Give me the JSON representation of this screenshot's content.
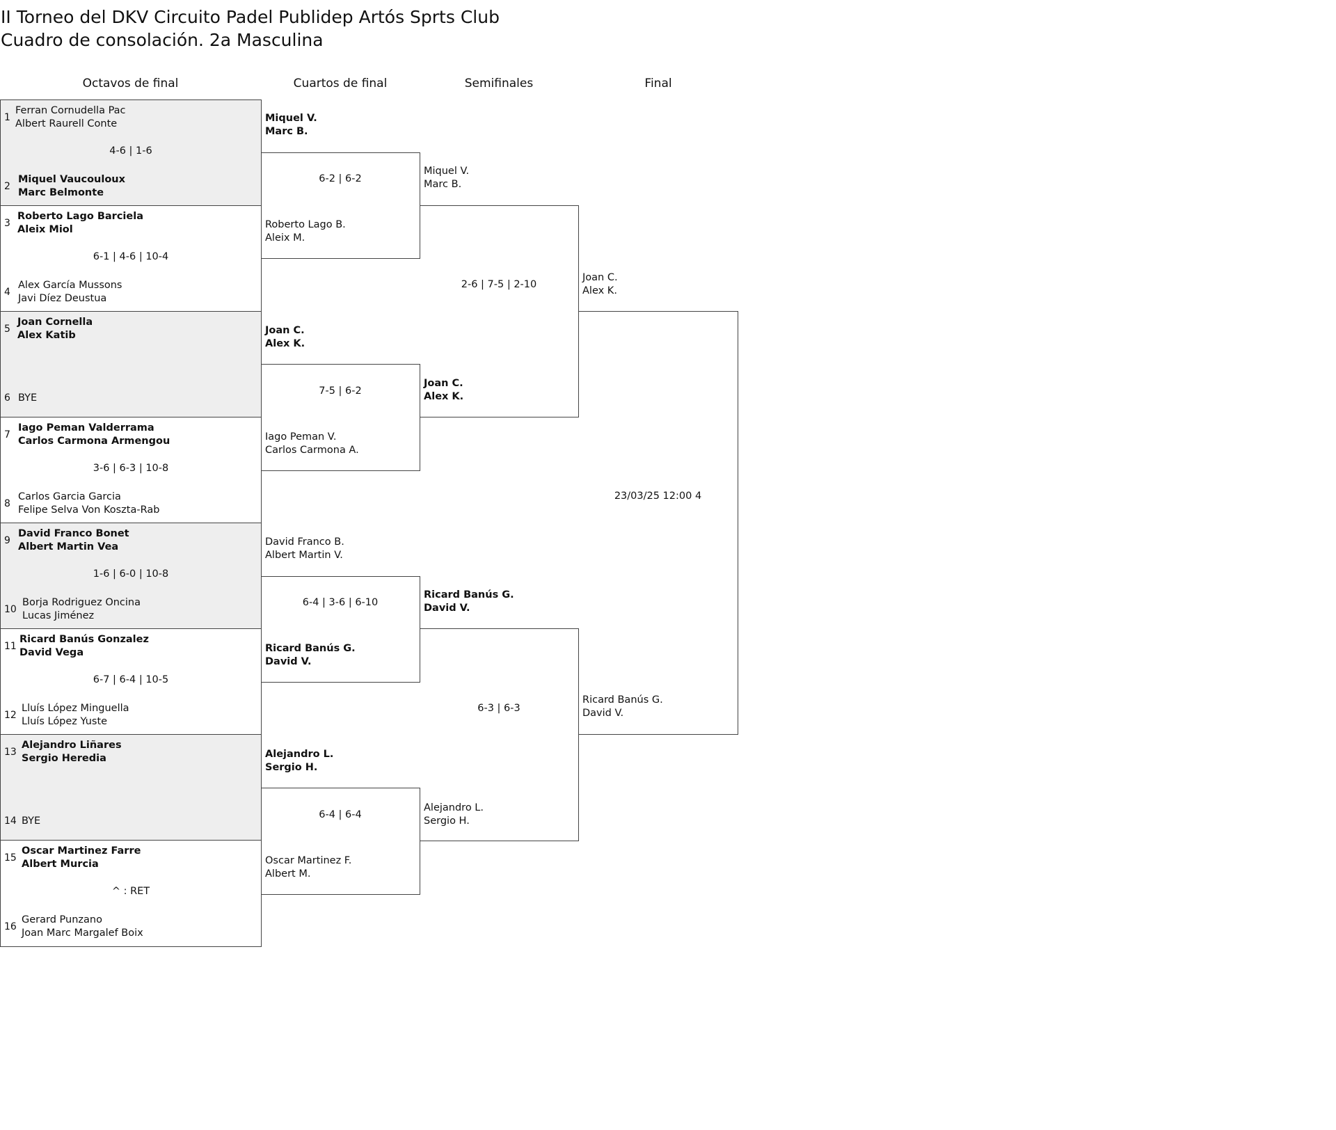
{
  "header": {
    "title": "II Torneo del DKV Circuito Padel Publidep Artós Sprts Club",
    "subtitle": "Cuadro de consolación. 2a Masculina"
  },
  "rounds": [
    "Octavos de final",
    "Cuartos de final",
    "Semifinales",
    "Final"
  ],
  "r16": [
    {
      "seedA": "1",
      "a1": "Ferran Cornudella Pac",
      "a2": "Albert Raurell Conte",
      "seedB": "2",
      "b1": "Miquel Vaucouloux",
      "b2": "Marc Belmonte",
      "score": "4-6 | 1-6"
    },
    {
      "seedA": "3",
      "a1": "Roberto Lago Barciela",
      "a2": "Aleix Miol",
      "seedB": "4",
      "b1": "Alex García Mussons",
      "b2": "Javi Díez Deustua",
      "score": "6-1 | 4-6 | 10-4"
    },
    {
      "seedA": "5",
      "a1": "Joan Cornella",
      "a2": "Alex Katib",
      "seedB": "6",
      "b1": "BYE",
      "b2": "",
      "score": ""
    },
    {
      "seedA": "7",
      "a1": "Iago Peman Valderrama",
      "a2": "Carlos Carmona Armengou",
      "seedB": "8",
      "b1": "Carlos Garcia Garcia",
      "b2": "Felipe Selva Von Koszta-Rab",
      "score": "3-6 | 6-3 | 10-8"
    },
    {
      "seedA": "9",
      "a1": "David Franco Bonet",
      "a2": "Albert Martin Vea",
      "seedB": "10",
      "b1": "Borja Rodriguez Oncina",
      "b2": "Lucas Jiménez",
      "score": "1-6 | 6-0 | 10-8"
    },
    {
      "seedA": "11",
      "a1": "Ricard Banús Gonzalez",
      "a2": "David Vega",
      "seedB": "12",
      "b1": "Lluís López Minguella",
      "b2": "Lluís López Yuste",
      "score": "6-7 | 6-4 | 10-5"
    },
    {
      "seedA": "13",
      "a1": "Alejandro Liñares",
      "a2": "Sergio Heredia",
      "seedB": "14",
      "b1": "BYE",
      "b2": "",
      "score": ""
    },
    {
      "seedA": "15",
      "a1": "Oscar Martinez Farre",
      "a2": "Albert Murcia",
      "seedB": "16",
      "b1": "Gerard Punzano",
      "b2": "Joan Marc Margalef Boix",
      "score": "^ : RET"
    }
  ],
  "qf": [
    {
      "a1": "Miquel V.",
      "a2": "Marc B.",
      "b1": "Roberto Lago B.",
      "b2": "Aleix M.",
      "score": "6-2 | 6-2"
    },
    {
      "a1": "Joan C.",
      "a2": "Alex K.",
      "b1": "Iago Peman V.",
      "b2": "Carlos Carmona A.",
      "score": "7-5 | 6-2"
    },
    {
      "a1": "David Franco B.",
      "a2": "Albert Martin V.",
      "b1": "Ricard Banús G.",
      "b2": "David V.",
      "score": "6-4 | 3-6 | 6-10"
    },
    {
      "a1": "Alejandro L.",
      "a2": "Sergio H.",
      "b1": "Oscar Martinez F.",
      "b2": "Albert M.",
      "score": "6-4 | 6-4"
    }
  ],
  "sf": [
    {
      "a1": "Miquel V.",
      "a2": "Marc B.",
      "b1": "Joan C.",
      "b2": "Alex K.",
      "score": "2-6 | 7-5 | 2-10"
    },
    {
      "a1": "Ricard Banús G.",
      "a2": "David V.",
      "b1": "Alejandro L.",
      "b2": "Sergio H.",
      "score": "6-3 | 6-3"
    }
  ],
  "final": {
    "a1": "Joan C.",
    "a2": "Alex K.",
    "b1": "Ricard Banús G.",
    "b2": "David V.",
    "note": "23/03/25 12:00 4"
  }
}
